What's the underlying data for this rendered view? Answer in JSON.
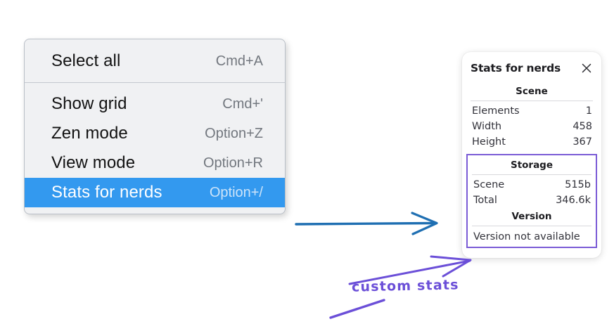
{
  "colors": {
    "menu_background": "#f0f1f3",
    "menu_border": "#b9bfc7",
    "menu_highlight": "#3399ef",
    "menu_label": "#121212",
    "menu_shortcut": "#72777e",
    "panel_background": "#ffffff",
    "panel_text": "#32323a",
    "annotation_purple": "#6b4fd8",
    "highlight_box_purple": "#7b5cd6",
    "arrow_blue": "#1f6fb2"
  },
  "context_menu": {
    "groups": [
      {
        "name": "selection-group",
        "items": [
          {
            "label": "Select all",
            "shortcut": "Cmd+A",
            "selected": false
          }
        ]
      },
      {
        "name": "view-group",
        "items": [
          {
            "label": "Show grid",
            "shortcut": "Cmd+'",
            "selected": false
          },
          {
            "label": "Zen mode",
            "shortcut": "Option+Z",
            "selected": false
          },
          {
            "label": "View mode",
            "shortcut": "Option+R",
            "selected": false
          },
          {
            "label": "Stats for nerds",
            "shortcut": "Option+/",
            "selected": true
          }
        ]
      }
    ]
  },
  "stats_panel": {
    "title": "Stats for nerds",
    "close_icon": "close-icon",
    "sections": [
      {
        "heading": "Scene",
        "rows": [
          {
            "label": "Elements",
            "value": "1"
          },
          {
            "label": "Width",
            "value": "458"
          },
          {
            "label": "Height",
            "value": "367"
          }
        ]
      },
      {
        "heading": "Storage",
        "rows": [
          {
            "label": "Scene",
            "value": "515b"
          },
          {
            "label": "Total",
            "value": "346.6k"
          }
        ]
      },
      {
        "heading": "Version",
        "text": "Version not available"
      }
    ]
  },
  "annotations": {
    "custom_stats_label": "custom stats",
    "blue_arrow": "arrow-right-icon",
    "purple_arrow": "arrow-up-right-icon",
    "purple_underline": "underline-stroke"
  }
}
